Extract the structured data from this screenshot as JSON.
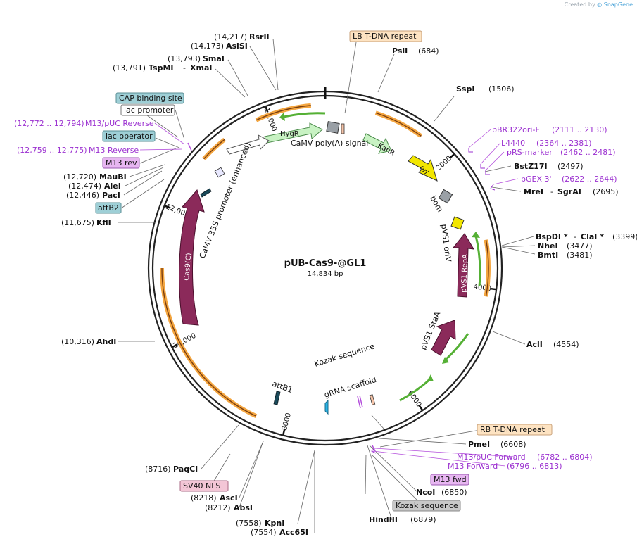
{
  "credit": {
    "prefix": "Created by",
    "brand": "SnapGene",
    "logo_icon": "snapgene-logo-icon"
  },
  "plasmid": {
    "name": "pUB-Cas9-@GL1",
    "length_label": "14,834 bp",
    "length": 14834
  },
  "colors": {
    "backbone": "#222222",
    "enzyme": "#000000",
    "primer": "#9b30d0",
    "feature_orange": "#f4a640",
    "promoter_green": "#c8f2c3",
    "cds": "#8b2a5a",
    "ori": "#f2e600",
    "marker_grey": "#9aa0a6",
    "attb": "#1a4a5a",
    "kozak_blue": "#29b5e8",
    "box_teal": "#9ecfd6",
    "box_peach": "#fde3c2",
    "box_pink": "#f3c6d6",
    "box_violet": "#e7b6f1",
    "box_grey": "#c8c8c8"
  },
  "ticks": [
    {
      "label": "2000",
      "pos": 2000
    },
    {
      "label": "4000",
      "pos": 4000
    },
    {
      "label": "6000",
      "pos": 6000
    },
    {
      "label": "8000",
      "pos": 8000
    },
    {
      "label": "10,000",
      "pos": 10000
    },
    {
      "label": "12,000",
      "pos": 12000
    },
    {
      "label": "14,000",
      "pos": 14000
    }
  ],
  "enzymes": [
    {
      "name": "RsrII",
      "coord": "(14,217)",
      "pos": 14217
    },
    {
      "name": "AsiSI",
      "coord": "(14,173)",
      "pos": 14173
    },
    {
      "name": "SmaI",
      "coord": "(13,793)",
      "pos": 13793
    },
    {
      "name": "TspMI",
      "name2": "XmaI",
      "coord": "(13,791)",
      "pos": 13791
    },
    {
      "name": "PsiI",
      "coord": "(684)",
      "pos": 684
    },
    {
      "name": "SspI",
      "coord": "(1506)",
      "pos": 1506
    },
    {
      "name": "BstZ17I",
      "coord": "(2497)",
      "pos": 2497
    },
    {
      "name": "MreI",
      "name2": "SgrAI",
      "coord": "(2695)",
      "pos": 2695
    },
    {
      "name": "BspDI *",
      "name2": "ClaI *",
      "coord": "(3399)",
      "pos": 3399
    },
    {
      "name": "NheI",
      "coord": "(3477)",
      "pos": 3477
    },
    {
      "name": "BmtI",
      "coord": "(3481)",
      "pos": 3481
    },
    {
      "name": "AclI",
      "coord": "(4554)",
      "pos": 4554
    },
    {
      "name": "PmeI",
      "coord": "(6608)",
      "pos": 6608
    },
    {
      "name": "NcoI",
      "coord": "(6850)",
      "pos": 6850
    },
    {
      "name": "HindIII",
      "coord": "(6879)",
      "pos": 6879
    },
    {
      "name": "KpnI",
      "coord": "(7558)",
      "pos": 7558
    },
    {
      "name": "Acc65I",
      "coord": "(7554)",
      "pos": 7554
    },
    {
      "name": "AscI",
      "coord": "(8218)",
      "pos": 8218
    },
    {
      "name": "AbsI",
      "coord": "(8212)",
      "pos": 8212
    },
    {
      "name": "PaqCI",
      "coord": "(8716)",
      "pos": 8716
    },
    {
      "name": "AhdI",
      "coord": "(10,316)",
      "pos": 10316
    },
    {
      "name": "KflI",
      "coord": "(11,675)",
      "pos": 11675
    },
    {
      "name": "MauBI",
      "coord": "(12,720)",
      "pos": 12720
    },
    {
      "name": "AleI",
      "coord": "(12,474)",
      "pos": 12474
    },
    {
      "name": "PacI",
      "coord": "(12,446)",
      "pos": 12446
    }
  ],
  "primers": [
    {
      "name": "M13/pUC Reverse",
      "coord": "(12,772 .. 12,794)"
    },
    {
      "name": "M13 Reverse",
      "coord": "(12,759 .. 12,775)"
    },
    {
      "name": "pBR322ori-F",
      "coord": "(2111 .. 2130)"
    },
    {
      "name": "L4440",
      "coord": "(2364 .. 2381)"
    },
    {
      "name": "pRS-marker",
      "coord": "(2462 .. 2481)"
    },
    {
      "name": "pGEX 3'",
      "coord": "(2622 .. 2644)"
    },
    {
      "name": "M13/pUC Forward",
      "coord": "(6782 .. 6804)"
    },
    {
      "name": "M13 Forward",
      "coord": "(6796 .. 6813)"
    }
  ],
  "boxes": {
    "cap_binding_site": "CAP binding site",
    "lac_promoter": "lac promoter",
    "lac_operator": "lac operator",
    "m13_rev": "M13 rev",
    "attb2": "attB2",
    "lb_tdna_repeat": "LB T-DNA repeat",
    "rb_tdna_repeat": "RB T-DNA repeat",
    "m13_fwd": "M13 fwd",
    "kozak_sequence": "Kozak sequence",
    "sv40_nls": "SV40 NLS"
  },
  "inner_labels": {
    "hygr": "HygR",
    "camv_polya": "CaMV poly(A) signal",
    "kanr": "KanR",
    "ori": "ori",
    "bom": "bom",
    "pvs1_oriv": "pVS1 oriV",
    "pvs1_repa": "pVS1 RepA",
    "pvs1_staa": "pVS1 StaA",
    "kozak": "Kozak sequence",
    "grna": "gRNA scaffold",
    "attb1": "attB1",
    "cas9": "Cas9(C)",
    "camv35s": "CaMV 35S promoter (enhanced)"
  }
}
